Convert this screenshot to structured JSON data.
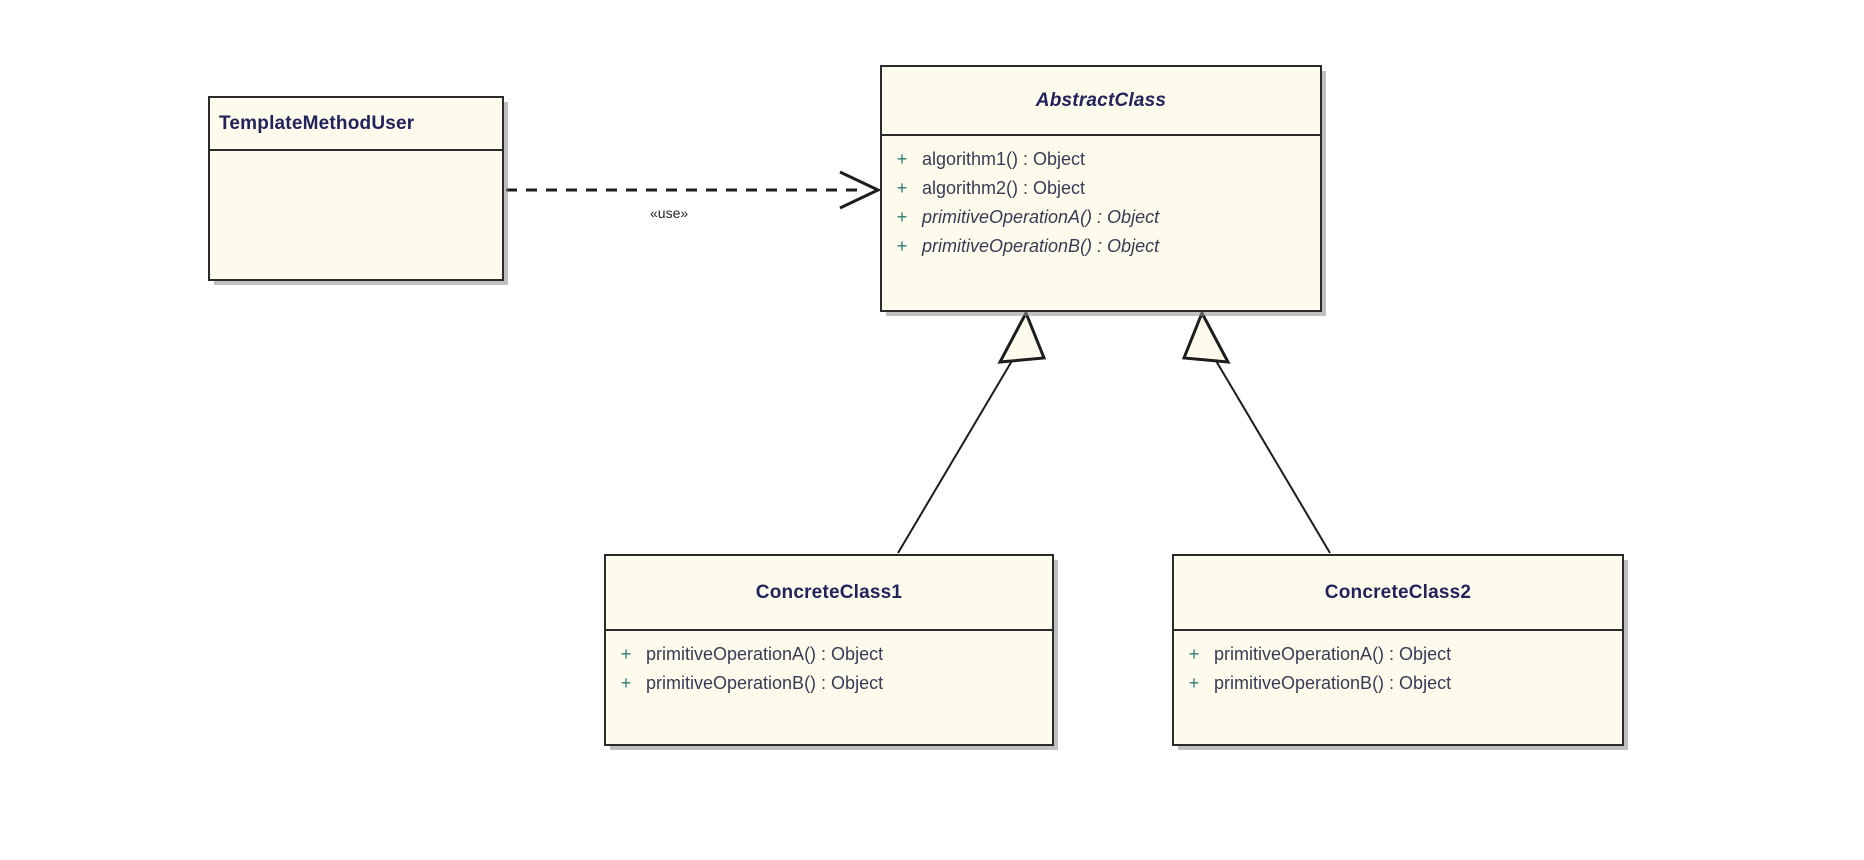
{
  "diagram": {
    "kind": "uml-class-diagram",
    "pattern": "Template Method",
    "colors": {
      "class_fill": "#fdfbec",
      "class_border": "#2b2b2b",
      "title_text": "#23235c",
      "member_text": "#3a3a55",
      "visibility_marker": "#2f7a74",
      "edge_line": "#1d1d1d",
      "canvas_background": "#ffffff"
    },
    "classes": [
      {
        "id": "template-method-user",
        "name": "TemplateMethodUser",
        "abstract": false,
        "title_align": "left",
        "members": []
      },
      {
        "id": "abstract-class",
        "name": "AbstractClass",
        "abstract": true,
        "title_align": "center",
        "members": [
          {
            "visibility": "+",
            "signature": "algorithm1() : Object",
            "abstract": false
          },
          {
            "visibility": "+",
            "signature": "algorithm2() : Object",
            "abstract": false
          },
          {
            "visibility": "+",
            "signature": "primitiveOperationA() : Object",
            "abstract": true
          },
          {
            "visibility": "+",
            "signature": "primitiveOperationB() : Object",
            "abstract": true
          }
        ]
      },
      {
        "id": "concrete-class-1",
        "name": "ConcreteClass1",
        "abstract": false,
        "title_align": "center",
        "members": [
          {
            "visibility": "+",
            "signature": "primitiveOperationA() : Object",
            "abstract": false
          },
          {
            "visibility": "+",
            "signature": "primitiveOperationB() : Object",
            "abstract": false
          }
        ]
      },
      {
        "id": "concrete-class-2",
        "name": "ConcreteClass2",
        "abstract": false,
        "title_align": "center",
        "members": [
          {
            "visibility": "+",
            "signature": "primitiveOperationA() : Object",
            "abstract": false
          },
          {
            "visibility": "+",
            "signature": "primitiveOperationB() : Object",
            "abstract": false
          }
        ]
      }
    ],
    "relationships": [
      {
        "id": "use-dependency",
        "type": "dependency",
        "stereotype": "«use»",
        "from": "TemplateMethodUser",
        "to": "AbstractClass",
        "line": "dashed",
        "arrowhead": "open"
      },
      {
        "id": "generalization-concrete-class-1",
        "type": "generalization",
        "stereotype": "",
        "from": "ConcreteClass1",
        "to": "AbstractClass",
        "line": "solid",
        "arrowhead": "hollow-triangle"
      },
      {
        "id": "generalization-concrete-class-2",
        "type": "generalization",
        "stereotype": "",
        "from": "ConcreteClass2",
        "to": "AbstractClass",
        "line": "solid",
        "arrowhead": "hollow-triangle"
      }
    ]
  }
}
